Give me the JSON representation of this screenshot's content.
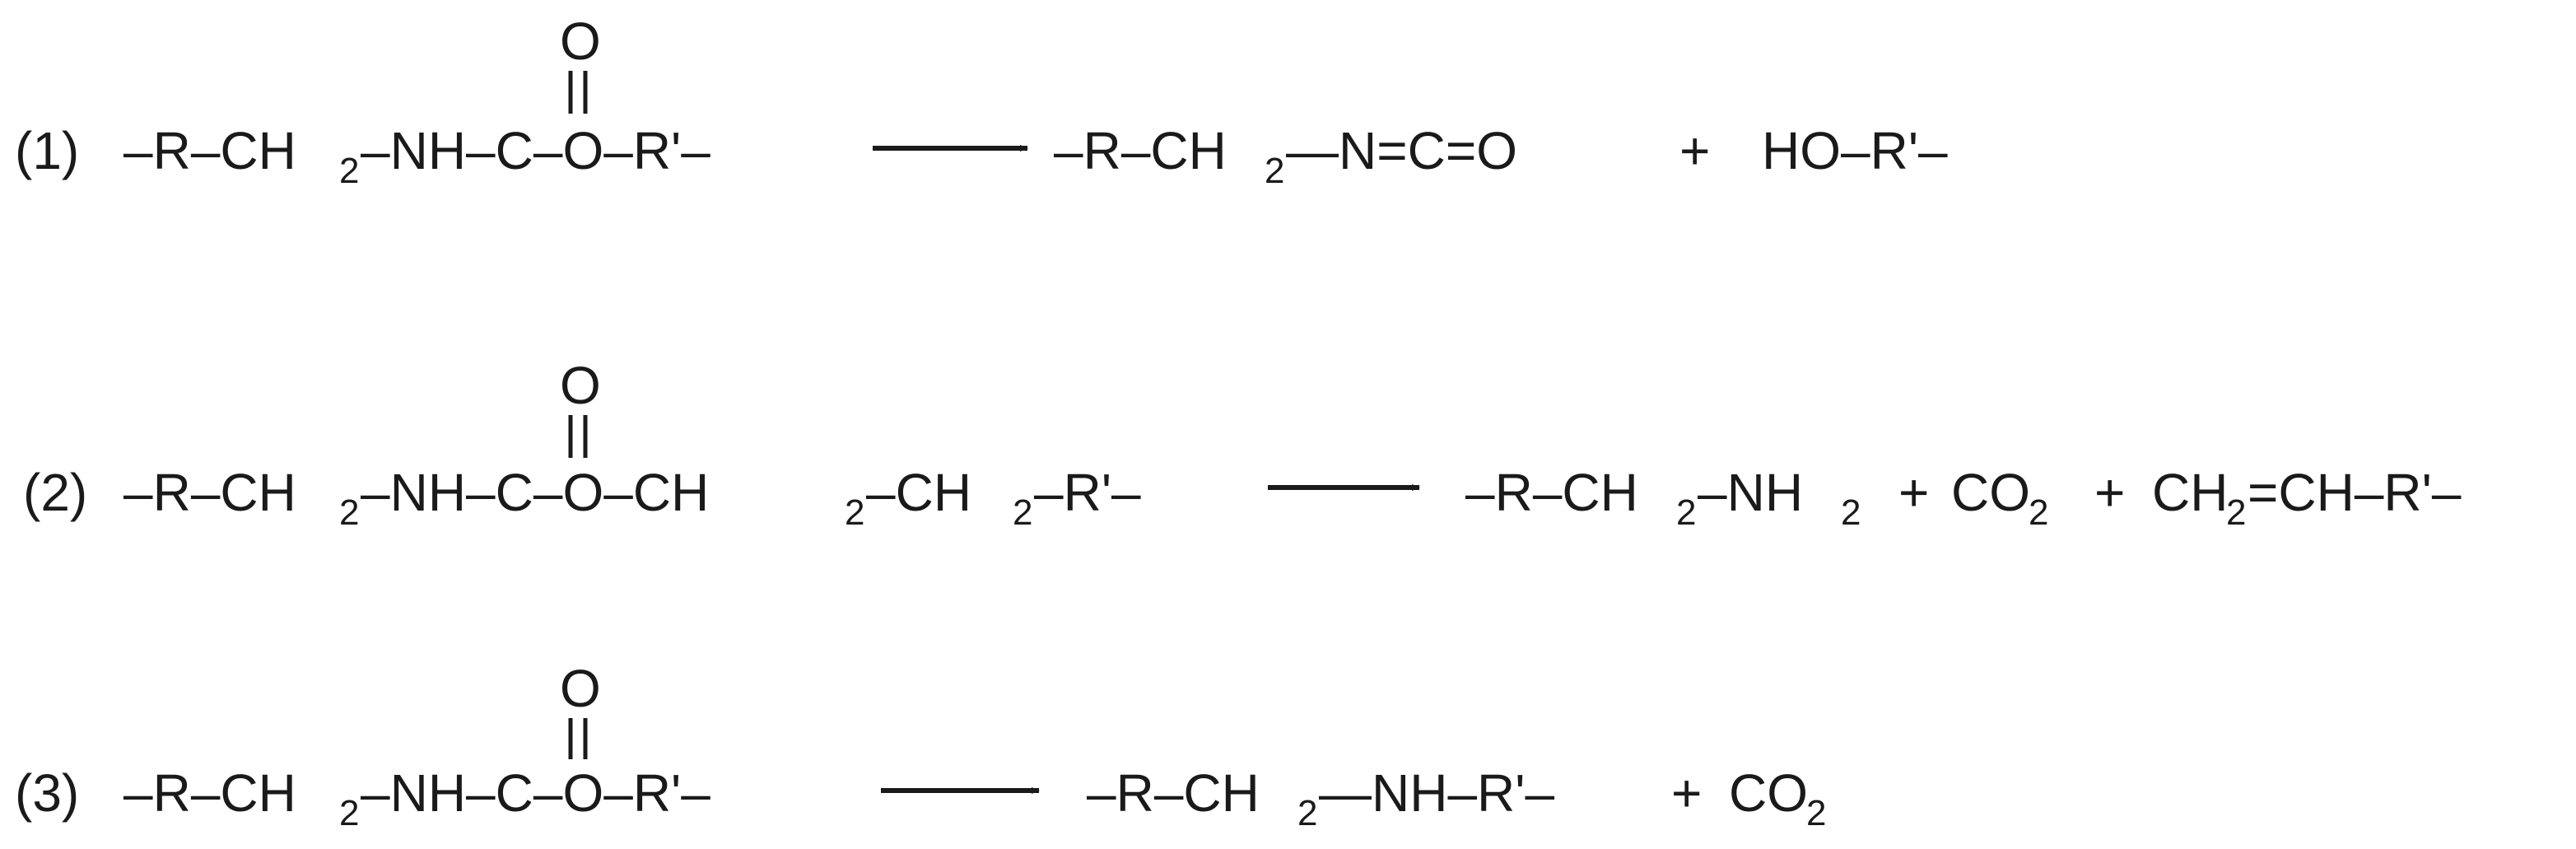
{
  "reactions": [
    {
      "number": "(1)",
      "reactant": [
        "–R–CH",
        "2",
        "–NH–C–O–R'–"
      ],
      "carbonyl_o": "O",
      "products": [
        "–R–CH",
        "2",
        "—N=C=O",
        "+",
        "HO–R'–"
      ]
    },
    {
      "number": "(2)",
      "reactant": [
        "–R–CH",
        "2",
        "–NH–C–O–CH",
        "2",
        "–CH",
        "2",
        "–R'–"
      ],
      "carbonyl_o": "O",
      "products": [
        "–R–CH",
        "2",
        "–NH",
        "2",
        "+",
        "CO",
        "2",
        "+",
        "CH",
        "2",
        "=CH–R'–"
      ]
    },
    {
      "number": "(3)",
      "reactant": [
        "–R–CH",
        "2",
        "–NH–C–O–R'–"
      ],
      "carbonyl_o": "O",
      "products": [
        "–R–CH",
        "2",
        "—NH–R'–",
        "+",
        "CO",
        "2"
      ]
    }
  ]
}
